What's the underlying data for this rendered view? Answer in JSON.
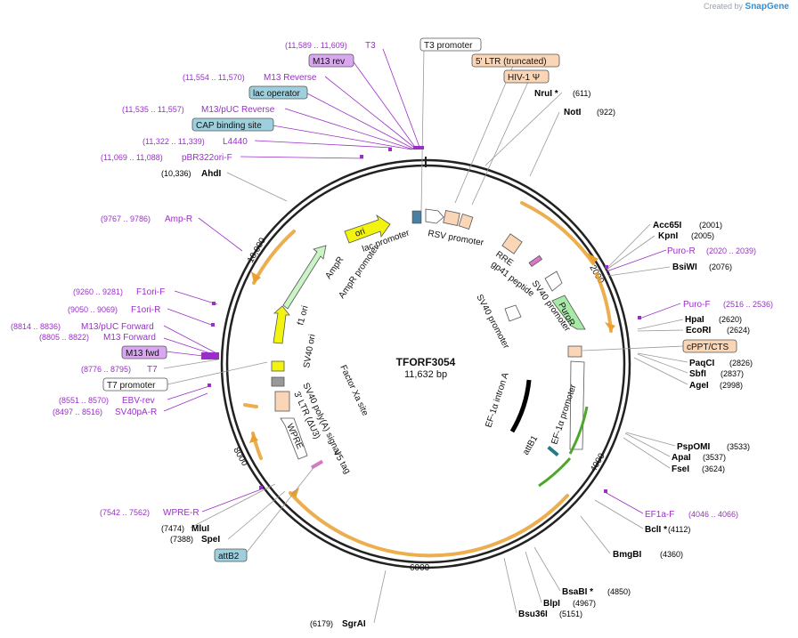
{
  "credit": {
    "prefix": "Created by",
    "brand": "SnapGene"
  },
  "plasmid": {
    "name": "TFORF3054",
    "size_label": "11,632 bp",
    "length": 11632
  },
  "ticks": [
    "2000",
    "4000",
    "6000",
    "8000",
    "10,000"
  ],
  "left_labels": [
    {
      "range": "(11,589 .. 11,609)",
      "name": "T3",
      "kind": "primer"
    },
    {
      "name": "M13 rev",
      "kind": "boxed-purple"
    },
    {
      "range": "(11,554 .. 11,570)",
      "name": "M13 Reverse",
      "kind": "primer"
    },
    {
      "name": "lac operator",
      "kind": "boxed-teal"
    },
    {
      "range": "(11,535 .. 11,557)",
      "name": "M13/pUC Reverse",
      "kind": "primer"
    },
    {
      "name": "CAP binding site",
      "kind": "boxed-teal"
    },
    {
      "range": "(11,322 .. 11,339)",
      "name": "L4440",
      "kind": "primer"
    },
    {
      "range": "(11,069 .. 11,088)",
      "name": "pBR322ori-F",
      "kind": "primer"
    },
    {
      "pos": "(10,336)",
      "name": "AhdI",
      "kind": "enzyme"
    },
    {
      "range": "(9767 .. 9786)",
      "name": "Amp-R",
      "kind": "primer"
    },
    {
      "range": "(9260 .. 9281)",
      "name": "F1ori-F",
      "kind": "primer"
    },
    {
      "range": "(9050 .. 9069)",
      "name": "F1ori-R",
      "kind": "primer"
    },
    {
      "range": "(8814 .. 8836)",
      "name": "M13/pUC Forward",
      "kind": "primer"
    },
    {
      "range": "(8805 .. 8822)",
      "name": "M13 Forward",
      "kind": "primer"
    },
    {
      "name": "M13 fwd",
      "kind": "boxed-purple"
    },
    {
      "range": "(8776 .. 8795)",
      "name": "T7",
      "kind": "primer"
    },
    {
      "name": "T7 promoter",
      "kind": "boxed-white"
    },
    {
      "range": "(8551 .. 8570)",
      "name": "EBV-rev",
      "kind": "primer"
    },
    {
      "range": "(8497 .. 8516)",
      "name": "SV40pA-R",
      "kind": "primer"
    },
    {
      "range": "(7542 .. 7562)",
      "name": "WPRE-R",
      "kind": "primer"
    },
    {
      "pos": "(7474)",
      "name": "MluI",
      "kind": "enzyme"
    },
    {
      "pos": "(7388)",
      "name": "SpeI",
      "kind": "enzyme"
    },
    {
      "name": "attB2",
      "kind": "boxed-teal"
    },
    {
      "pos": "(6179)",
      "name": "SgrAI",
      "kind": "enzyme"
    }
  ],
  "top_labels": [
    {
      "name": "T3 promoter",
      "kind": "boxed-white"
    },
    {
      "name": "5' LTR (truncated)",
      "kind": "boxed-peach"
    },
    {
      "name": "HIV-1 Ψ",
      "kind": "boxed-peach"
    },
    {
      "name": "NruI *",
      "pos": "(611)",
      "kind": "enzyme"
    },
    {
      "name": "NotI",
      "pos": "(922)",
      "kind": "enzyme"
    }
  ],
  "right_labels": [
    {
      "name": "Acc65I",
      "pos": "(2001)",
      "kind": "enzyme"
    },
    {
      "name": "KpnI",
      "pos": "(2005)",
      "kind": "enzyme"
    },
    {
      "name": "Puro-R",
      "range": "(2020 .. 2039)",
      "kind": "primer"
    },
    {
      "name": "BsiWI",
      "pos": "(2076)",
      "kind": "enzyme"
    },
    {
      "name": "Puro-F",
      "range": "(2516 .. 2536)",
      "kind": "primer"
    },
    {
      "name": "HpaI",
      "pos": "(2620)",
      "kind": "enzyme"
    },
    {
      "name": "EcoRI",
      "pos": "(2624)",
      "kind": "enzyme"
    },
    {
      "name": "cPPT/CTS",
      "kind": "boxed-peach"
    },
    {
      "name": "PaqCI",
      "pos": "(2826)",
      "kind": "enzyme"
    },
    {
      "name": "SbfI",
      "pos": "(2837)",
      "kind": "enzyme"
    },
    {
      "name": "AgeI",
      "pos": "(2998)",
      "kind": "enzyme"
    },
    {
      "name": "PspOMI",
      "pos": "(3533)",
      "kind": "enzyme"
    },
    {
      "name": "ApaI",
      "pos": "(3537)",
      "kind": "enzyme"
    },
    {
      "name": "FseI",
      "pos": "(3624)",
      "kind": "enzyme"
    },
    {
      "name": "EF1a-F",
      "range": "(4046 .. 4066)",
      "kind": "primer"
    },
    {
      "name": "BclI *",
      "pos": "(4112)",
      "kind": "enzyme"
    },
    {
      "name": "BmgBI",
      "pos": "(4360)",
      "kind": "enzyme"
    },
    {
      "name": "BsaBI *",
      "pos": "(4850)",
      "kind": "enzyme"
    },
    {
      "name": "BlpI",
      "pos": "(4967)",
      "kind": "enzyme"
    },
    {
      "name": "Bsu36I",
      "pos": "(5151)",
      "kind": "enzyme"
    }
  ],
  "inner_features": [
    "ori",
    "lac promoter",
    "RSV promoter",
    "RRE",
    "gp41 peptide",
    "SV40 promoter",
    "PuroR",
    "SV40 promoter",
    "EF-1α intron A",
    "EF-1α promoter",
    "attB1",
    "AmpR",
    "AmpR promoter",
    "f1 ori",
    "SV40 ori",
    "SV40 poly(A) signal",
    "3' LTR (ΔU3)",
    "WPRE",
    "V5 tag",
    "Factor Xa site"
  ],
  "colors": {
    "primer": "#9a2fc7",
    "enzyme": "#000000",
    "boxed_purple_fill": "#d9a6f0",
    "boxed_teal_fill": "#9ecfdc",
    "boxed_peach_fill": "#fbd6b6",
    "orf_arrow": "#e9a030",
    "backbone": "#222222",
    "ori_yellow": "#f3f310",
    "ampr_green": "#c9f5c6",
    "puro_green": "#a6eaa6",
    "efla_green": "#4ea62a"
  }
}
